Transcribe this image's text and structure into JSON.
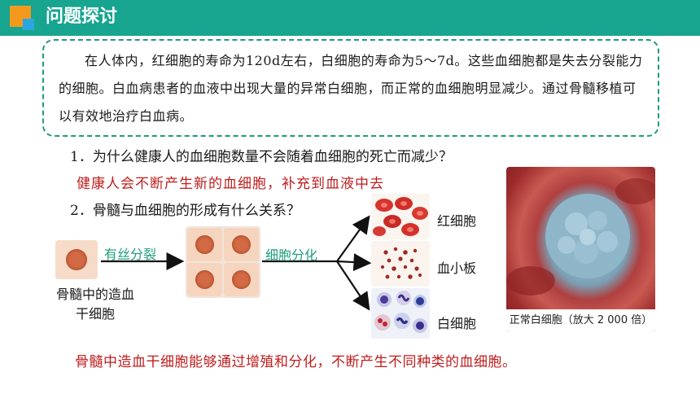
{
  "header": {
    "title": "问题探讨"
  },
  "intro": {
    "text": "在人体内，红细胞的寿命为120d左右，白细胞的寿命为5～7d。这些血细胞都是失去分裂能力的细胞。白血病患者的血液中出现大量的异常白细胞，而正常的血细胞明显减少。通过骨髓移植可以有效地治疗白血病。"
  },
  "questions": [
    {
      "text": "1．为什么健康人的血细胞数量不会随着血细胞的死亡而减少？"
    },
    {
      "text": "2．骨髓与血细胞的形成有什么关系？"
    }
  ],
  "answer1": "健康人会不断产生新的血细胞，补充到血液中去",
  "diagram": {
    "stem_cell_label": "骨髓中的造血干细胞",
    "mitosis_label": "有丝分裂",
    "differentiation_label": "细胞分化",
    "cell_types": [
      {
        "name": "红细胞"
      },
      {
        "name": "血小板"
      },
      {
        "name": "白细胞"
      }
    ],
    "colors": {
      "accent_green": "#1e9c7c",
      "answer_red": "#c01d1d",
      "header_teal": "#18a58f"
    }
  },
  "photo": {
    "caption": "正常白细胞（放大 2 000 倍）"
  },
  "conclusion": "骨髓中造血干细胞能够通过增殖和分化，不断产生不同种类的血细胞。"
}
